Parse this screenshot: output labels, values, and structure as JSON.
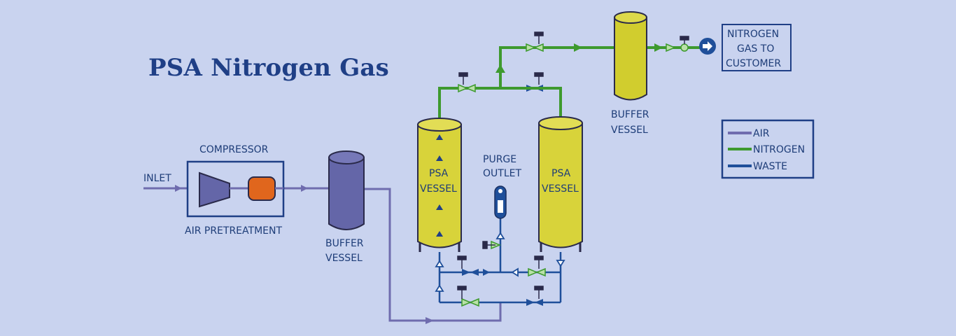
{
  "title": "PSA Nitrogen Gas",
  "labels": {
    "inlet": "INLET",
    "compressor": "COMPRESSOR",
    "air_pretreatment": "AIR PRETREATMENT",
    "buffer_left_1": "BUFFER",
    "buffer_left_2": "VESSEL",
    "psa_left_1": "PSA",
    "psa_left_2": "VESSEL",
    "psa_right_1": "PSA",
    "psa_right_2": "VESSEL",
    "purge_1": "PURGE",
    "purge_2": "OUTLET",
    "buffer_top_1": "BUFFER",
    "buffer_top_2": "VESSEL",
    "customer_1": "NITROGEN",
    "customer_2": "GAS TO",
    "customer_3": "CUSTOMER"
  },
  "legend": [
    {
      "label": "AIR",
      "color": "#6f6cae"
    },
    {
      "label": "NITROGEN",
      "color": "#3e9a2e"
    },
    {
      "label": "WASTE",
      "color": "#1f4f9a"
    }
  ],
  "colors": {
    "background": "#c9d3ef",
    "air": "#6f6cae",
    "nitrogen": "#3e9a2e",
    "waste": "#1f4f9a",
    "psa_vessel": "#d8d33a",
    "buffer_air": "#6466a8",
    "heater": "#e0661d",
    "text": "#1e3d78"
  }
}
